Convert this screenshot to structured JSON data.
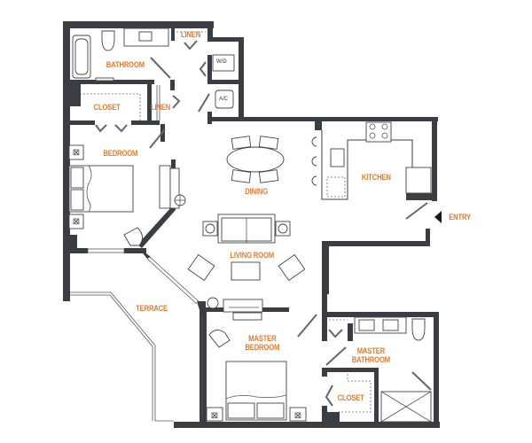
{
  "floorplan": {
    "accent_color": "#e8782a",
    "wall_color": "#3a3d42",
    "rooms": {
      "bathroom": "BATHROOM",
      "linen_top": "LINEN",
      "linen_mid": "LINEN",
      "closet_top": "CLOSET",
      "bedroom": "BEDROOM",
      "dining": "DINING",
      "kitchen": "KITCHEN",
      "living_room": "LIVING ROOM",
      "terrace": "TERRACE",
      "master_bedroom_line1": "MASTER",
      "master_bedroom_line2": "BEDROOM",
      "master_bathroom_line1": "MASTER",
      "master_bathroom_line2": "BATHROOM",
      "closet_master": "CLOSET"
    },
    "appliances": {
      "washer_dryer": "W/D",
      "ac": "A/C"
    },
    "entry": {
      "label": "ENTRY",
      "icon": "arrow-left-icon"
    }
  }
}
